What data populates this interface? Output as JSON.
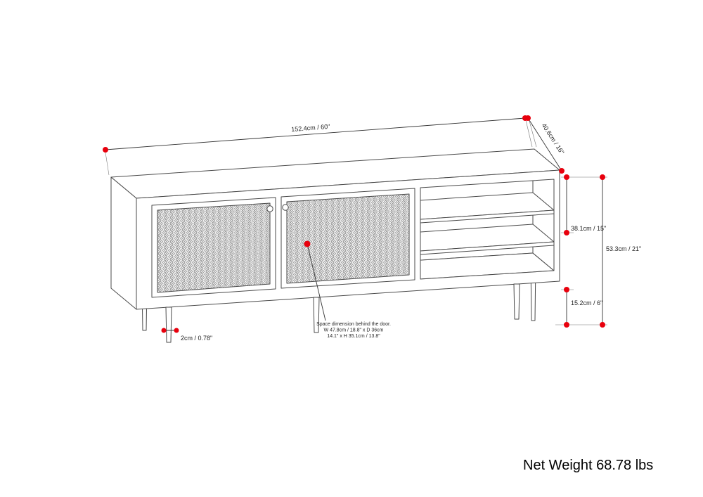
{
  "annotations": {
    "width": "152.4cm / 60\"",
    "depth": "40.6cm / 16\"",
    "upper_height": "38.1cm / 15\"",
    "total_height": "53.3cm / 21\"",
    "leg_height": "15.2cm / 6\"",
    "leg_width": "2cm / 0.78\"",
    "note_line1": "Space dimension behind the door.",
    "note_line2": "W 47.8cm / 18.8\" x D 36cm",
    "note_line3": "14.1\" x H 35.1cm / 13.8\"",
    "net_weight": "Net Weight 68.78 lbs"
  },
  "colors": {
    "marker": "#e8000d",
    "line": "#4a4a4a",
    "dimension_line": "#333333"
  }
}
